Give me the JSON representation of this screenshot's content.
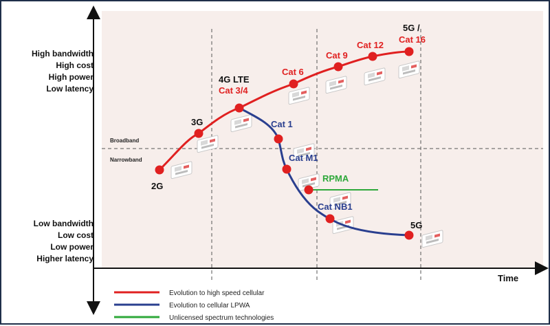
{
  "diagram": {
    "y_axis_top_labels": [
      "High bandwidth",
      "High cost",
      "High power",
      "Low latency"
    ],
    "y_axis_bottom_labels": [
      "Low bandwidth",
      "Low cost",
      "Low power",
      "Higher latency"
    ],
    "x_axis_label": "Time",
    "band_labels": {
      "upper": "Broadband",
      "lower": "Narrowband"
    },
    "nodes": {
      "n2g": "2G",
      "n3g": "3G",
      "lte": "4G LTE",
      "cat34": "Cat 3/4",
      "cat6": "Cat 6",
      "cat9": "Cat 9",
      "cat12": "Cat 12",
      "fiveg_a": "5G /",
      "cat16": "Cat 16",
      "cat1": "Cat 1",
      "catm1": "Cat M1",
      "rpma": "RPMA",
      "catnb1": "Cat NB1",
      "fiveg_lp": "5G"
    },
    "legend": [
      {
        "label": "Evolution to high speed cellular",
        "color": "#e02020"
      },
      {
        "label": "Evolution to cellular LPWA",
        "color": "#2a3f8f"
      },
      {
        "label": "Unlicensed spectrum technologies",
        "color": "#2ea83a"
      }
    ],
    "colors": {
      "red": "#e02020",
      "blue": "#2a3f8f",
      "green": "#2ea83a",
      "plot_bg": "#f7eeeb"
    }
  }
}
